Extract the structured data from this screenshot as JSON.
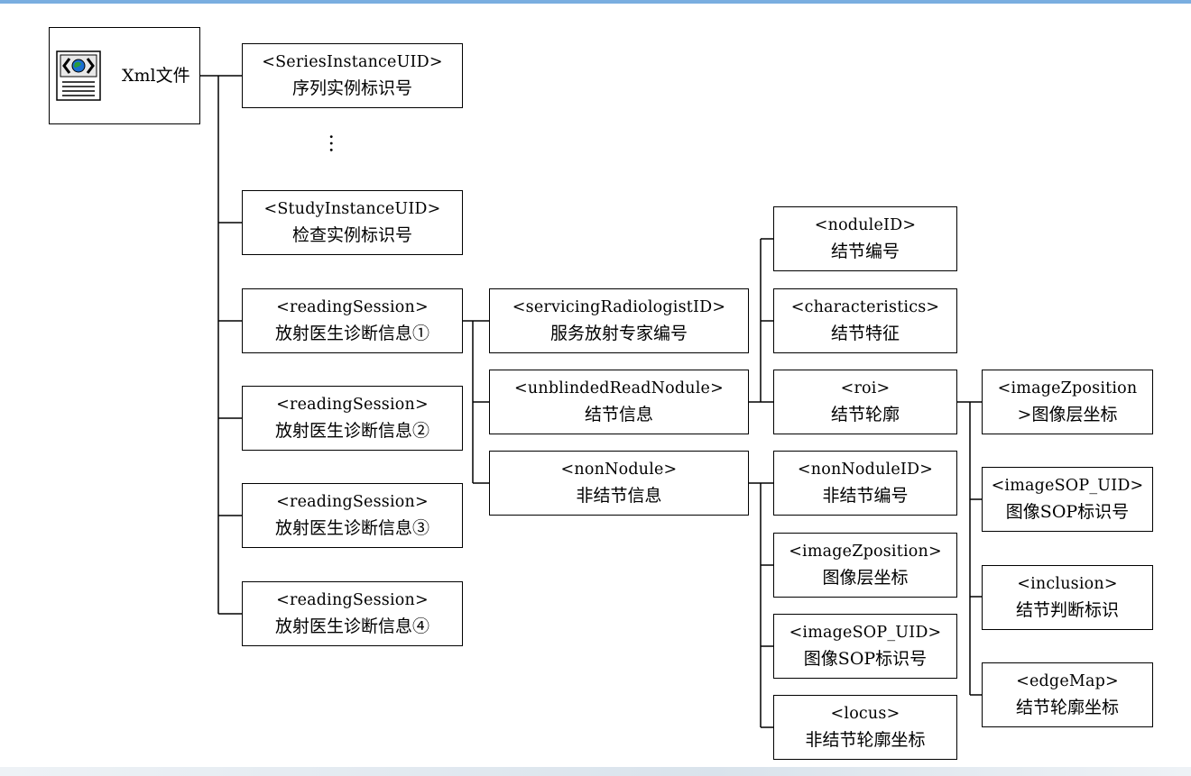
{
  "root": {
    "icon": "xml-document-icon",
    "label": "Xml文件"
  },
  "ellipsis": "…",
  "level1": [
    {
      "tag": "<SeriesInstanceUID>",
      "desc": "序列实例标识号"
    },
    {
      "tag": "<StudyInstanceUID>",
      "desc": "检查实例标识号"
    },
    {
      "tag": "<readingSession>",
      "desc": "放射医生诊断信息①"
    },
    {
      "tag": "<readingSession>",
      "desc": "放射医生诊断信息②"
    },
    {
      "tag": "<readingSession>",
      "desc": "放射医生诊断信息③"
    },
    {
      "tag": "<readingSession>",
      "desc": "放射医生诊断信息④"
    }
  ],
  "level2": [
    {
      "tag": "<servicingRadiologistID>",
      "desc": "服务放射专家编号"
    },
    {
      "tag": "<unblindedReadNodule>",
      "desc": "结节信息"
    },
    {
      "tag": "<nonNodule>",
      "desc": "非结节信息"
    }
  ],
  "nodule_children": [
    {
      "tag": "<noduleID>",
      "desc": "结节编号"
    },
    {
      "tag": "<characteristics>",
      "desc": "结节特征"
    },
    {
      "tag": "<roi>",
      "desc": "结节轮廓"
    }
  ],
  "non_nodule_children": [
    {
      "tag": "<nonNoduleID>",
      "desc": "非结节编号"
    },
    {
      "tag": "<imageZposition>",
      "desc": "图像层坐标"
    },
    {
      "tag": "<imageSOP_UID>",
      "desc": "图像SOP标识号"
    },
    {
      "tag": "<locus>",
      "desc": "非结节轮廓坐标"
    }
  ],
  "roi_children": [
    {
      "tag": "<imageZposition",
      "desc": ">图像层坐标"
    },
    {
      "tag": "<imageSOP_UID>",
      "desc": "图像SOP标识号"
    },
    {
      "tag": "<inclusion>",
      "desc": "结节判断标识"
    },
    {
      "tag": "<edgeMap>",
      "desc": "结节轮廓坐标"
    }
  ]
}
